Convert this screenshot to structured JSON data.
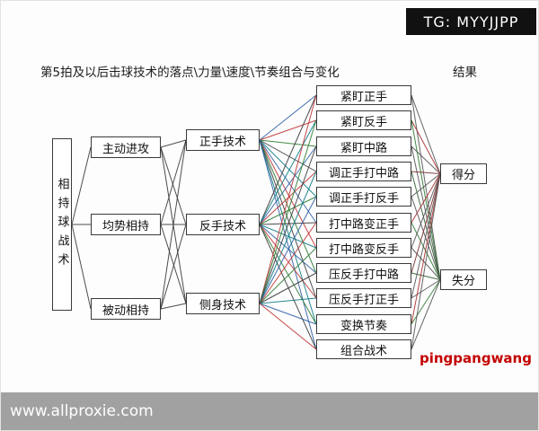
{
  "watermarks": {
    "top": "TG: MYYJJPP",
    "bottom": "www.allproxie.com"
  },
  "title": "第5拍及以后击球技术的落点\\力量\\速度\\节奏组合与变化",
  "result_label": "结果",
  "root_label": "相持球战术",
  "levels": {
    "tactics": [
      "主动进攻",
      "均势相持",
      "被动相持"
    ],
    "techniques": [
      "正手技术",
      "反手技术",
      "侧身技术"
    ],
    "patterns": [
      "紧盯正手",
      "紧盯反手",
      "紧盯中路",
      "调正手打中路",
      "调正手打反手",
      "打中路变正手",
      "打中路变反手",
      "压反手打中路",
      "压反手打正手",
      "变换节奏",
      "组合战术"
    ],
    "results": [
      "得分",
      "失分"
    ]
  },
  "site_credit": "pingpangwang",
  "colors": {
    "edge_default": "#3a3a3a",
    "technique_palette": [
      "#2d5fa6",
      "#c03434",
      "#2f7d33",
      "#3a3a3a",
      "#0e7c86"
    ],
    "result_palettes": [
      [
        "#555555",
        "#a83232",
        "#555555",
        "#7a3030"
      ],
      [
        "#555555",
        "#2f7d33",
        "#555555",
        "#2f5d33"
      ]
    ],
    "tg_background": "#111111",
    "credit_red": "#c40000"
  }
}
